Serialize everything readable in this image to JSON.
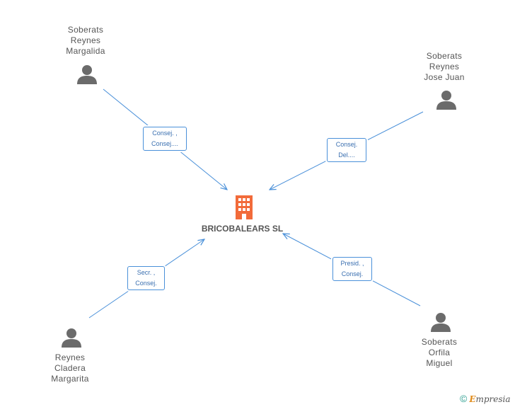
{
  "company": {
    "name": "BRICOBALEARS SL",
    "icon": "building-icon",
    "color": "#f26b3a"
  },
  "people": [
    {
      "id": "tl",
      "name": [
        "Soberats",
        "Reynes",
        "Margalida"
      ],
      "icon": "person-icon",
      "role": [
        "Consej. ,",
        "Consej...."
      ]
    },
    {
      "id": "tr",
      "name": [
        "Soberats",
        "Reynes",
        "Jose Juan"
      ],
      "icon": "person-icon",
      "role": [
        "Consej.",
        "Del...."
      ]
    },
    {
      "id": "bl",
      "name": [
        "Reynes",
        "Cladera",
        "Margarita"
      ],
      "icon": "person-icon",
      "role": [
        "Secr. ,",
        "Consej."
      ]
    },
    {
      "id": "br",
      "name": [
        "Soberats",
        "Orfila",
        "Miguel"
      ],
      "icon": "person-icon",
      "role": [
        "Presid. ,",
        "Consej."
      ]
    }
  ],
  "colors": {
    "edge": "#4a90d9",
    "person": "#6b6b6b"
  },
  "footer": {
    "copyright": "©",
    "brand_initial": "E",
    "brand_rest": "mpresia"
  }
}
